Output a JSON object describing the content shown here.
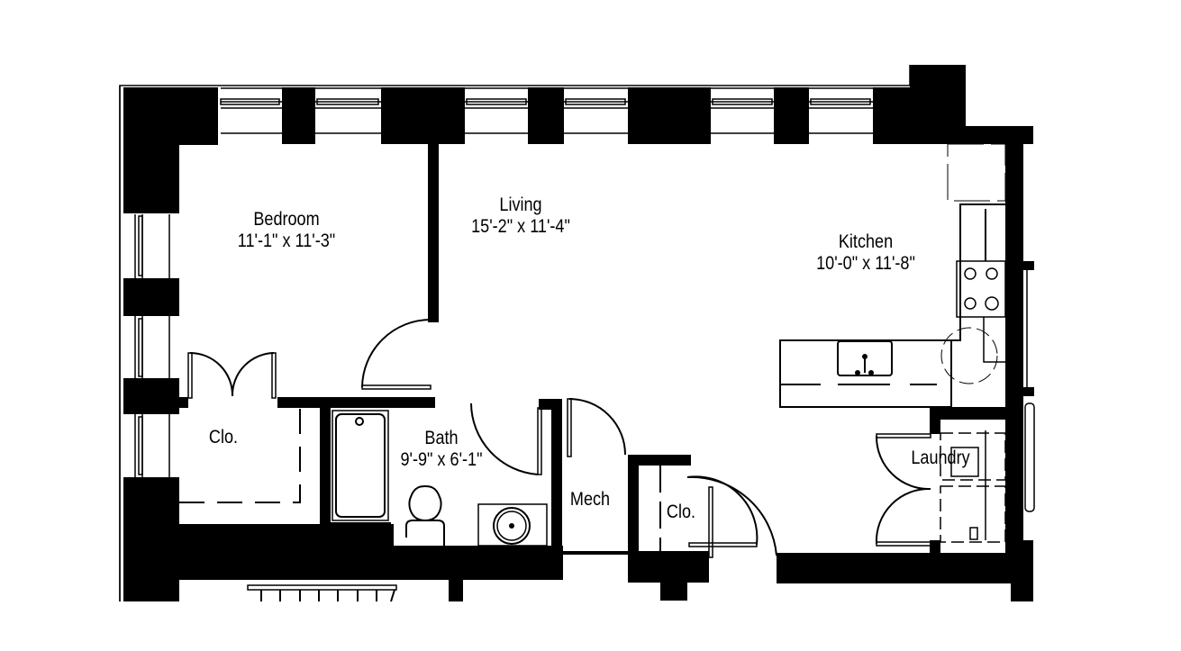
{
  "plan": {
    "colors": {
      "wall": "#000000",
      "background": "#ffffff",
      "line": "#000000"
    },
    "rooms": [
      {
        "id": "bedroom",
        "name": "Bedroom",
        "dims": "11'-1\" x 11'-3\""
      },
      {
        "id": "living",
        "name": "Living",
        "dims": "15'-2\" x 11'-4\""
      },
      {
        "id": "kitchen",
        "name": "Kitchen",
        "dims": "10'-0\" x 11'-8\""
      },
      {
        "id": "bath",
        "name": "Bath",
        "dims": "9'-9\" x 6'-1\""
      },
      {
        "id": "bedroom-closet",
        "name": "Clo.",
        "dims": ""
      },
      {
        "id": "mech",
        "name": "Mech",
        "dims": ""
      },
      {
        "id": "hall-closet",
        "name": "Clo.",
        "dims": ""
      },
      {
        "id": "laundry",
        "name": "Laundry",
        "dims": ""
      }
    ]
  }
}
